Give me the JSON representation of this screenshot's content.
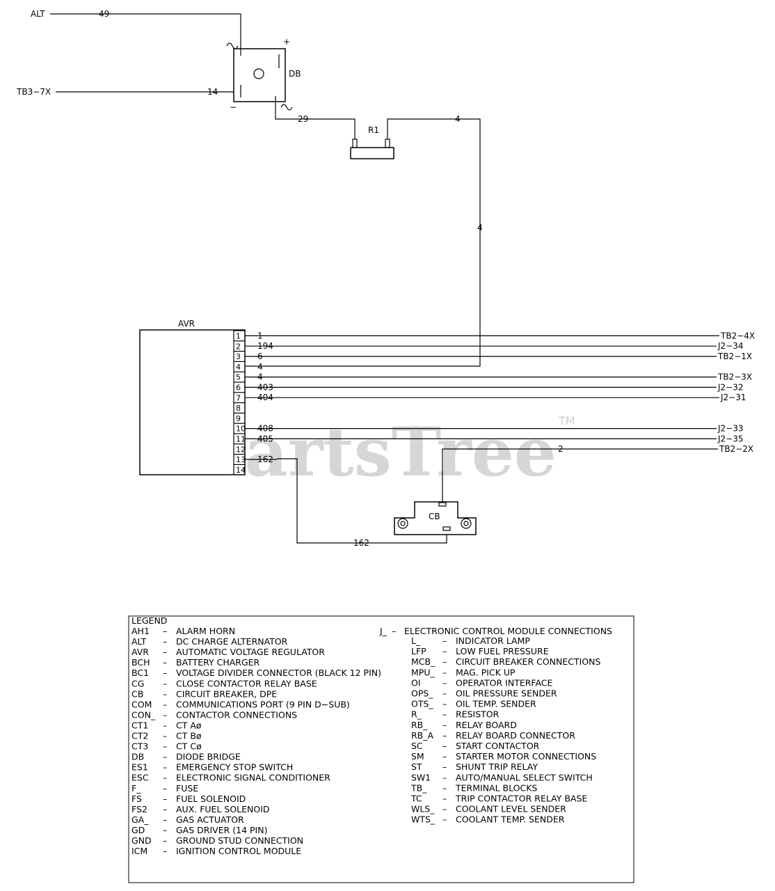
{
  "watermark": {
    "text": "PartsTree",
    "tm": "TM"
  },
  "components": {
    "db": {
      "name": "DB",
      "plus": "+",
      "minus": "−"
    },
    "r1": {
      "name": "R1"
    },
    "avr": {
      "name": "AVR",
      "pins": [
        "1",
        "2",
        "3",
        "4",
        "5",
        "6",
        "7",
        "8",
        "9",
        "10",
        "11",
        "12",
        "13",
        "14"
      ]
    },
    "cb": {
      "name": "CB"
    }
  },
  "wires": {
    "alt": {
      "from": "ALT",
      "num": "49"
    },
    "tb3": {
      "from": "TB3−7X",
      "num": "14"
    },
    "w29": {
      "num": "29"
    },
    "w4a": {
      "num": "4"
    },
    "w4b": {
      "num": "4"
    },
    "avr": [
      {
        "pin": "1",
        "num": "1",
        "dest": "TB2−4X"
      },
      {
        "pin": "2",
        "num": "194",
        "dest": "J2−34"
      },
      {
        "pin": "3",
        "num": "6",
        "dest": "TB2−1X"
      },
      {
        "pin": "4",
        "num": "4",
        "dest": ""
      },
      {
        "pin": "5",
        "num": "4",
        "dest": "TB2−3X"
      },
      {
        "pin": "6",
        "num": "403",
        "dest": "J2−32"
      },
      {
        "pin": "7",
        "num": "404",
        "dest": "J2−31"
      },
      {
        "pin": "10",
        "num": "408",
        "dest": "J2−33"
      },
      {
        "pin": "11",
        "num": "405",
        "dest": "J2−35"
      },
      {
        "pin": "13",
        "num": "162",
        "dest": ""
      }
    ],
    "cb_top": {
      "num": "2",
      "dest": "TB2−2X"
    },
    "cb_bottom": {
      "num": "162"
    }
  },
  "legend": {
    "title": "LEGEND",
    "left": [
      {
        "code": "AH1",
        "desc": "ALARM HORN"
      },
      {
        "code": "ALT",
        "desc": "DC CHARGE ALTERNATOR"
      },
      {
        "code": "AVR",
        "desc": "AUTOMATIC VOLTAGE REGULATOR"
      },
      {
        "code": "BCH",
        "desc": "BATTERY CHARGER"
      },
      {
        "code": "BC1",
        "desc": "VOLTAGE DIVIDER CONNECTOR (BLACK 12 PIN)"
      },
      {
        "code": "CG",
        "desc": "CLOSE CONTACTOR RELAY BASE"
      },
      {
        "code": "CB",
        "desc": "CIRCUIT BREAKER, DPE"
      },
      {
        "code": "COM",
        "desc": "COMMUNICATIONS PORT (9 PIN D−SUB)"
      },
      {
        "code": "CON_",
        "desc": "CONTACTOR CONNECTIONS"
      },
      {
        "code": "CT1",
        "desc": "CT Aø"
      },
      {
        "code": "CT2",
        "desc": "CT Bø"
      },
      {
        "code": "CT3",
        "desc": "CT Cø"
      },
      {
        "code": "DB",
        "desc": "DIODE BRIDGE"
      },
      {
        "code": "ES1",
        "desc": "EMERGENCY STOP SWITCH"
      },
      {
        "code": "ESC",
        "desc": "ELECTRONIC SIGNAL CONDITIONER"
      },
      {
        "code": "F_",
        "desc": "FUSE"
      },
      {
        "code": "FS",
        "desc": "FUEL SOLENOID"
      },
      {
        "code": "FS2",
        "desc": "AUX. FUEL SOLENOID"
      },
      {
        "code": "GA_",
        "desc": "GAS ACTUATOR"
      },
      {
        "code": "GD",
        "desc": "GAS DRIVER (14 PIN)"
      },
      {
        "code": "GND",
        "desc": "GROUND STUD CONNECTION"
      },
      {
        "code": "ICM",
        "desc": "IGNITION CONTROL MODULE"
      }
    ],
    "right_header": {
      "code": "J_",
      "desc": "ELECTRONIC CONTROL MODULE CONNECTIONS"
    },
    "right": [
      {
        "code": "L_",
        "desc": "INDICATOR LAMP"
      },
      {
        "code": "LFP",
        "desc": "LOW FUEL PRESSURE"
      },
      {
        "code": "MCB_",
        "desc": "CIRCUIT BREAKER CONNECTIONS"
      },
      {
        "code": "MPU_",
        "desc": "MAG. PICK UP"
      },
      {
        "code": "OI",
        "desc": "OPERATOR INTERFACE"
      },
      {
        "code": "OPS_",
        "desc": "OIL PRESSURE SENDER"
      },
      {
        "code": "OTS_",
        "desc": "OIL TEMP. SENDER"
      },
      {
        "code": "R_",
        "desc": "RESISTOR"
      },
      {
        "code": "RB_",
        "desc": "RELAY BOARD"
      },
      {
        "code": "RB_A",
        "desc": "RELAY BOARD CONNECTOR"
      },
      {
        "code": "SC",
        "desc": "START CONTACTOR"
      },
      {
        "code": "SM",
        "desc": "STARTER MOTOR CONNECTIONS"
      },
      {
        "code": "ST",
        "desc": "SHUNT TRIP RELAY"
      },
      {
        "code": "SW1",
        "desc": "AUTO/MANUAL SELECT SWITCH"
      },
      {
        "code": "TB_",
        "desc": "TERMINAL BLOCKS"
      },
      {
        "code": "TC",
        "desc": "TRIP CONTACTOR RELAY BASE"
      },
      {
        "code": "WLS_",
        "desc": "COOLANT LEVEL SENDER"
      },
      {
        "code": "WTS_",
        "desc": "COOLANT TEMP. SENDER"
      }
    ]
  }
}
